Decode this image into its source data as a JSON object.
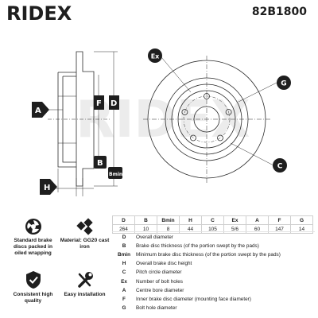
{
  "header": {
    "brand": "RIDEX",
    "part_number": "82B1800"
  },
  "callouts": {
    "a": "A",
    "f": "F",
    "d": "D",
    "b": "B",
    "bmin": "Bmin",
    "h": "H",
    "ex": "Ex",
    "g": "G",
    "c": "C"
  },
  "features": [
    {
      "icon": "packaging-icon",
      "label": "Standard brake discs packed in oiled wrapping"
    },
    {
      "icon": "material-icon",
      "label": "Material: GG20 cast iron"
    },
    {
      "icon": "quality-shield-icon",
      "label": "Consistent high quality"
    },
    {
      "icon": "tools-icon",
      "label": "Easy installation"
    }
  ],
  "specs": {
    "headers": [
      "D",
      "B",
      "Bmin",
      "H",
      "C",
      "Ex",
      "A",
      "F",
      "G"
    ],
    "values": [
      "264",
      "10",
      "8",
      "44",
      "105",
      "5/6",
      "60",
      "147",
      "14"
    ]
  },
  "legend": [
    {
      "code": "D",
      "desc": "Overall diameter"
    },
    {
      "code": "B",
      "desc": "Brake disc thickness (of the portion swept by the pads)"
    },
    {
      "code": "Bmin",
      "desc": "Minimum brake disc thickness (of the portion swept by the pads)"
    },
    {
      "code": "H",
      "desc": "Overall brake disc height"
    },
    {
      "code": "C",
      "desc": "Pitch circle diameter"
    },
    {
      "code": "Ex",
      "desc": "Number of bolt holes"
    },
    {
      "code": "A",
      "desc": "Centre bore diameter"
    },
    {
      "code": "F",
      "desc": "Inner brake disc diameter (mounting face diameter)"
    },
    {
      "code": "G",
      "desc": "Bolt hole diameter"
    }
  ],
  "colors": {
    "callout": "#1e1e1e",
    "drawing": "#2b2b2b",
    "watermark": "#e9e9e9"
  }
}
